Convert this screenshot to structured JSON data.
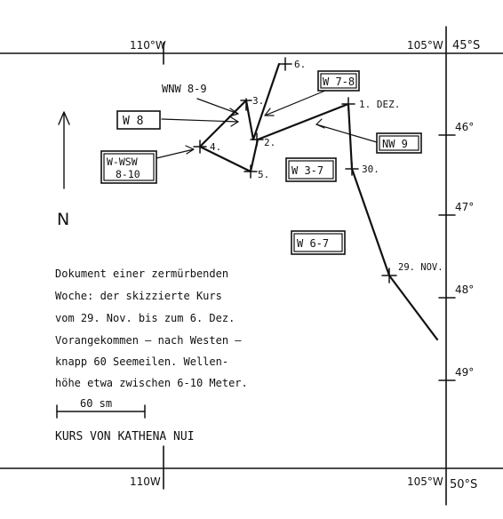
{
  "grid": {
    "lon_top": [
      "110°W",
      "105°W"
    ],
    "lon_bottom": [
      "110W",
      "105°W"
    ],
    "lat": [
      "45°S",
      "46°",
      "47°",
      "48°",
      "49°",
      "50°S"
    ]
  },
  "positions": [
    {
      "label": "29. NOV."
    },
    {
      "label": "30."
    },
    {
      "label": "1. DEZ."
    },
    {
      "label": "2."
    },
    {
      "label": "3."
    },
    {
      "label": "4."
    },
    {
      "label": "5."
    },
    {
      "label": "6."
    }
  ],
  "winds": {
    "w8": "W 8",
    "wnw": "WNW 8-9",
    "w78": "W 7-8",
    "nw9": "NW 9",
    "wwsw_1": "W-WSW",
    "wwsw_2": "8-10",
    "w37": "W 3-7",
    "w67": "W 6-7"
  },
  "north": "N",
  "description": [
    "Dokument einer zermürbenden",
    "Woche: der skizzierte Kurs",
    "vom 29. Nov. bis zum 6. Dez.",
    "Vorangekommen – nach Westen –",
    "knapp 60 Seemeilen. Wellen-",
    "höhe etwa zwischen 6-10 Meter."
  ],
  "scale_label": "60 sm",
  "course_title": "KURS VON KATHENA NUI"
}
